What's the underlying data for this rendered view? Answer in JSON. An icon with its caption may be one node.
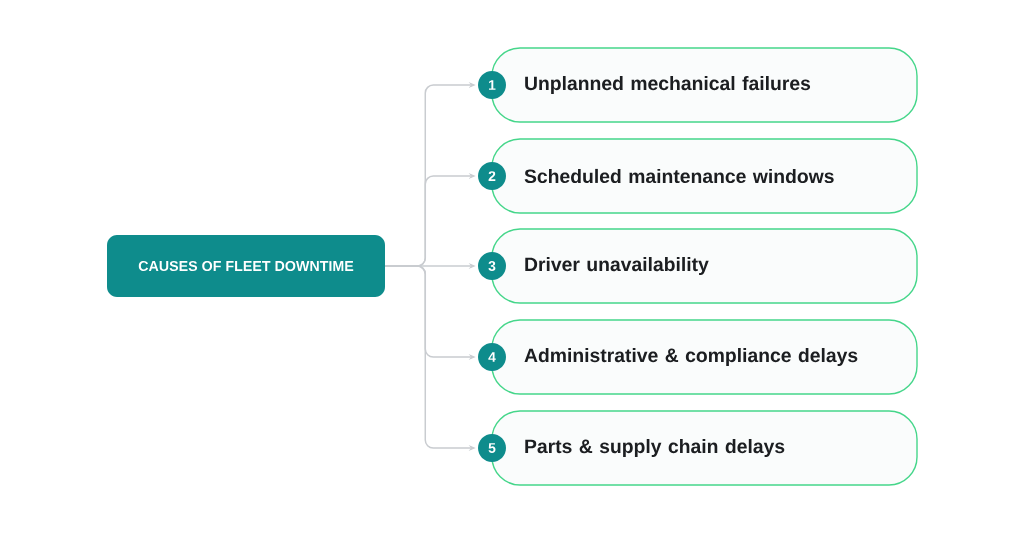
{
  "diagram": {
    "nodes": [
      {
        "text": [
          "CAUSES OF FLEET DOWNTIME"
        ]
      },
      {
        "text": [
          "1"
        ]
      },
      {
        "text": [
          "Unplanned mechanical failures"
        ]
      },
      {
        "text": [
          "2"
        ]
      },
      {
        "text": [
          "Scheduled maintenance windows"
        ]
      },
      {
        "text": [
          "3"
        ]
      },
      {
        "text": [
          "Driver unavailability"
        ]
      },
      {
        "text": [
          "4"
        ]
      },
      {
        "text": [
          "Administrative & compliance delays"
        ]
      },
      {
        "text": [
          "5"
        ]
      },
      {
        "text": [
          "Parts & supply chain delays"
        ]
      }
    ],
    "edges": [
      {
        "from": 0,
        "to": 1,
        "arrow": "to"
      },
      {
        "from": 0,
        "to": 3,
        "arrow": "to"
      },
      {
        "from": 0,
        "to": 5,
        "arrow": "to"
      },
      {
        "from": 0,
        "to": 7,
        "arrow": "to"
      },
      {
        "from": 0,
        "to": 9,
        "arrow": "to"
      }
    ]
  }
}
